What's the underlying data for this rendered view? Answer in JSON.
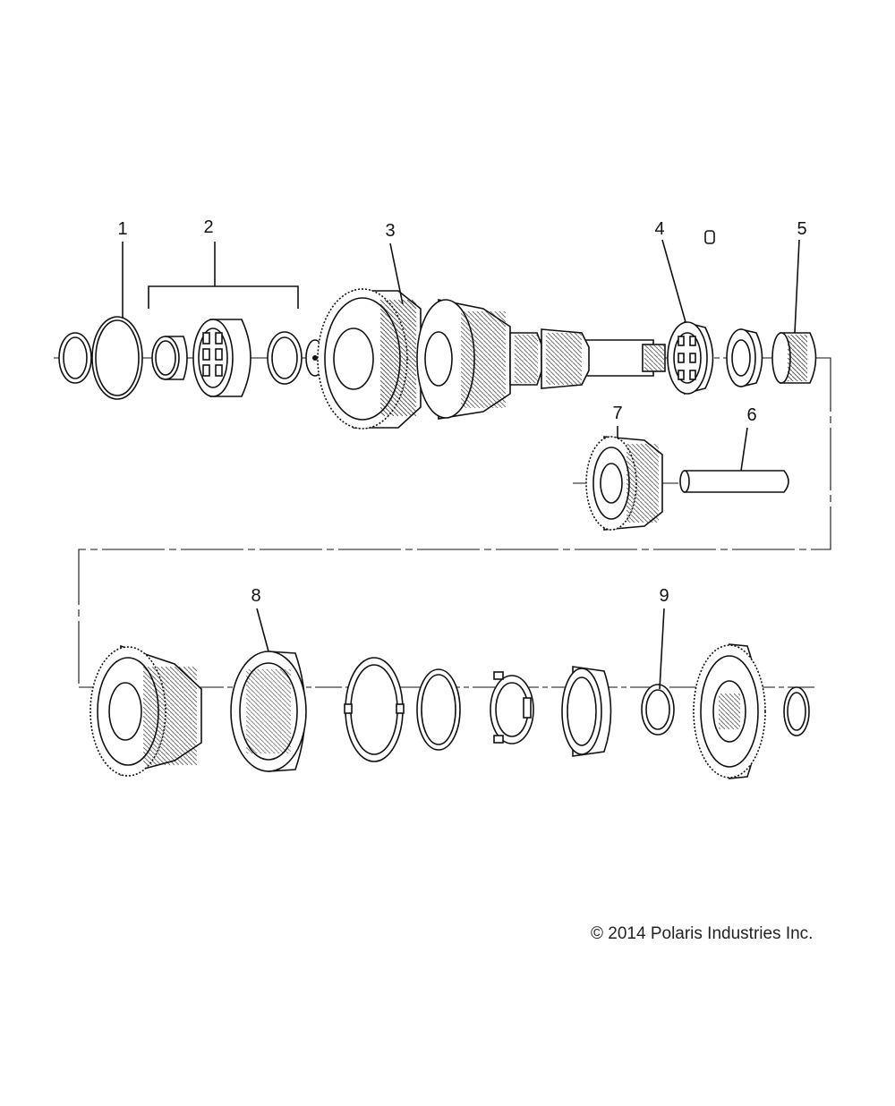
{
  "diagram": {
    "callouts": [
      "1",
      "2",
      "3",
      "4",
      "5",
      "6",
      "7",
      "8",
      "9"
    ]
  },
  "copyright": "© 2014 Polaris Industries Inc."
}
